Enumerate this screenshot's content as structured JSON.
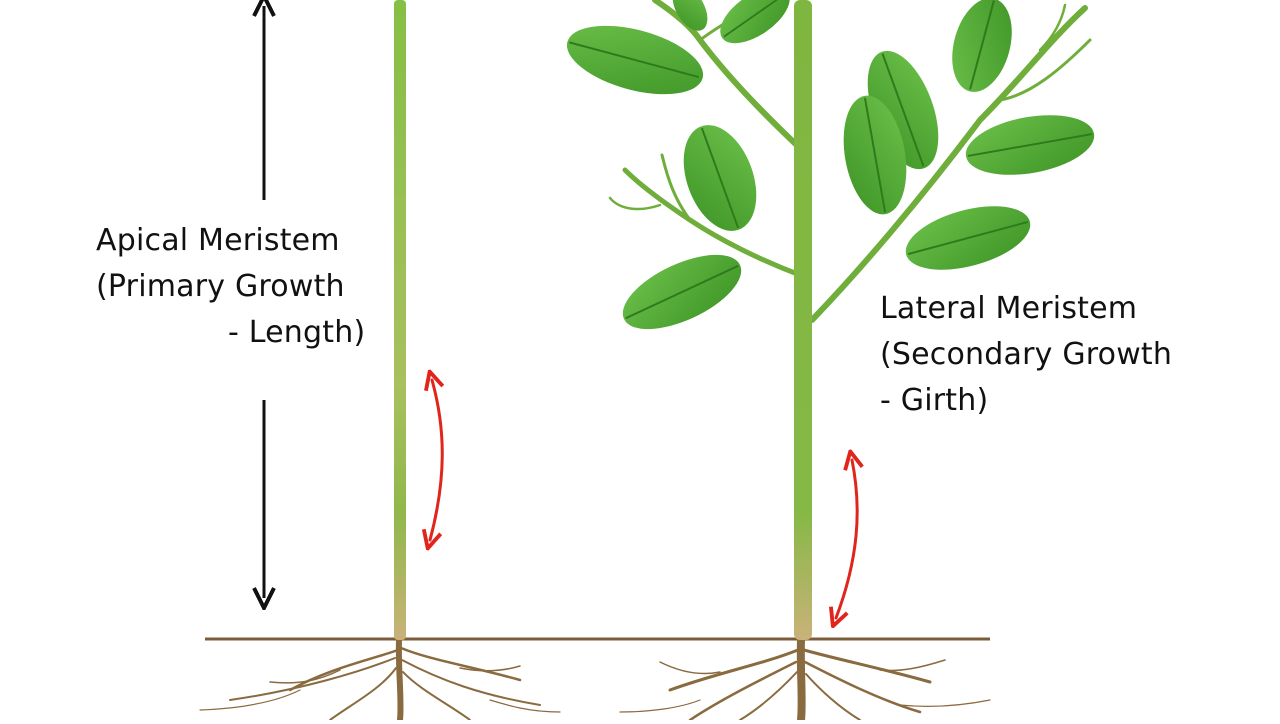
{
  "diagram": {
    "labels": {
      "apical": {
        "line1": "Apical Meristem",
        "line2": "(Primary Growth",
        "line3": "- Length)"
      },
      "lateral": {
        "line1": "Lateral Meristem",
        "line2": "(Secondary Growth",
        "line3": "- Girth)"
      }
    },
    "colors": {
      "background": "#ffffff",
      "stem": "#7fb640",
      "stem_base": "#c9b27a",
      "leaf": "#4ea42f",
      "leaf_vein": "#2f7a1c",
      "root": "#8a6a3f",
      "ground_line": "#7a5c3a",
      "growth_arrow": "#e0251c",
      "length_arrow": "#111111"
    }
  }
}
